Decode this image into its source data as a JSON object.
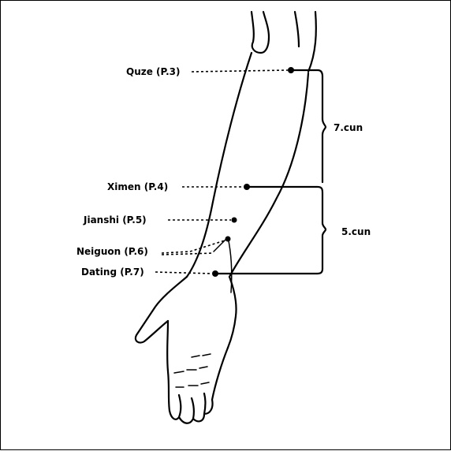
{
  "points": [
    {
      "label": "Quze (P.3)"
    },
    {
      "label": "Ximen (P.4)"
    },
    {
      "label": "Jianshi (P.5)"
    },
    {
      "label": "Neiguon (P.6)"
    },
    {
      "label": "Dating (P.7)"
    }
  ],
  "measures": [
    {
      "label": "7.cun"
    },
    {
      "label": "5.cun"
    }
  ]
}
